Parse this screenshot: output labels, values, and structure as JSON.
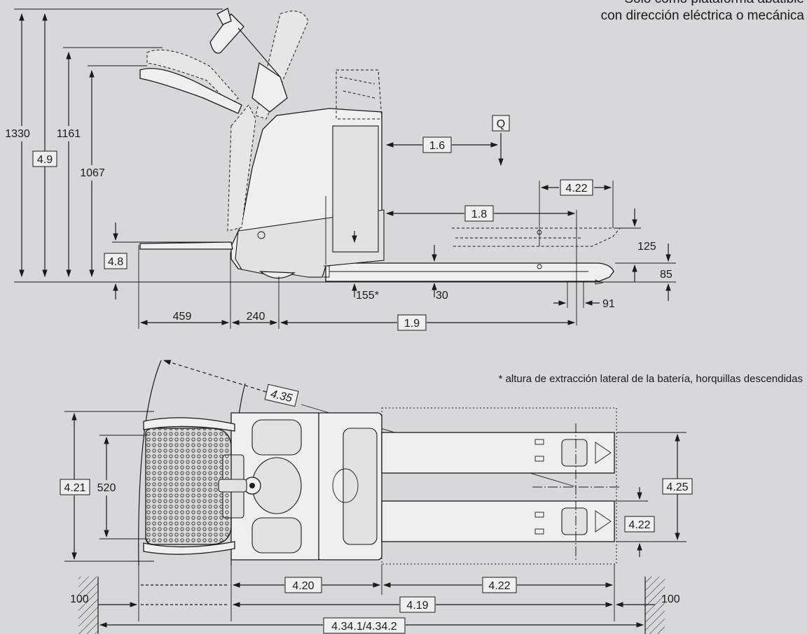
{
  "caption": {
    "line1": "Sólo como plataforma abatible",
    "line2": "con dirección eléctrica o mecánica"
  },
  "footnote": "* altura de extracción lateral de la batería, horquillas descendidas",
  "side_view": {
    "h_1330": "1330",
    "h_4_9": "4.9",
    "h_1161": "1161",
    "h_1067": "1067",
    "h_4_8": "4.8",
    "l_459": "459",
    "l_240": "240",
    "l_1_9": "1.9",
    "l_1_6": "1.6",
    "q_label": "Q",
    "l_4_22": "4.22",
    "l_1_8": "1.8",
    "h_125": "125",
    "h_85": "85",
    "w_91": "91",
    "h_155": "155*",
    "h_30": "30"
  },
  "top_view": {
    "ang_4_35": "4.35",
    "w_4_21": "4.21",
    "w_520": "520",
    "w_4_25": "4.25",
    "w_4_22": "4.22",
    "l_4_20": "4.20",
    "l_4_22": "4.22",
    "l_4_19": "4.19",
    "l_4_34": "4.34.1/4.34.2",
    "clear_left": "100",
    "clear_right": "100"
  }
}
